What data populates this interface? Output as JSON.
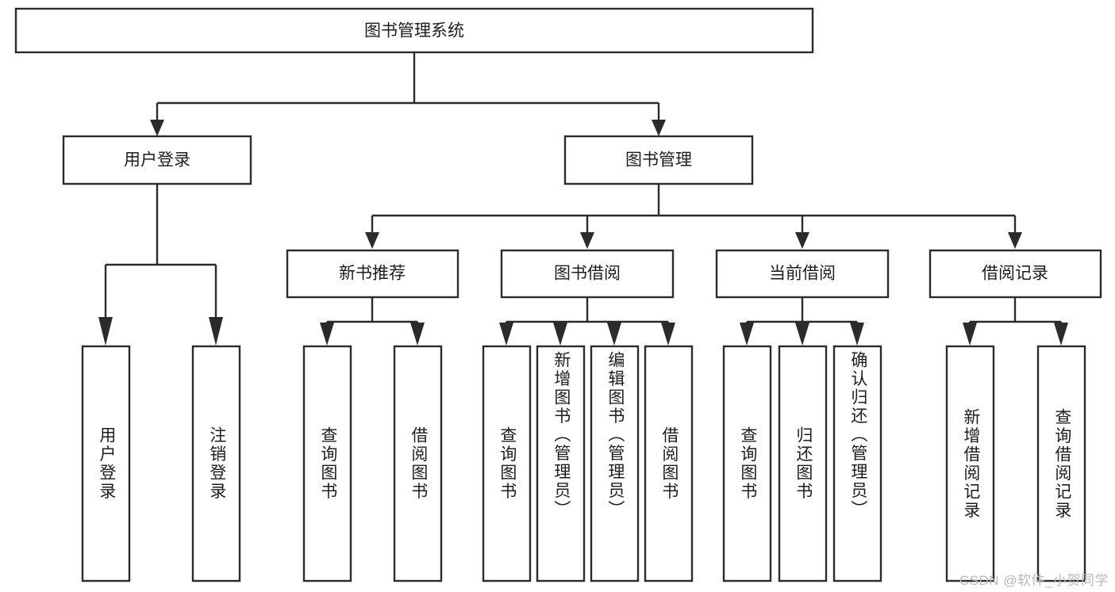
{
  "diagram": {
    "type": "tree-hierarchy",
    "title": "图书管理系统",
    "watermark": "CSDN @软件_小贺同学",
    "colors": {
      "box_stroke": "#2b2b2b",
      "box_fill": "#ffffff",
      "text": "#1d1d1d",
      "background": "#ffffff",
      "watermark": "#b9b9b9"
    },
    "levels": {
      "level1": [
        {
          "id": "root",
          "label": "图书管理系统"
        }
      ],
      "level2": [
        {
          "id": "user-login",
          "label": "用户登录",
          "parent": "root"
        },
        {
          "id": "book-manage",
          "label": "图书管理",
          "parent": "root"
        }
      ],
      "level3": [
        {
          "id": "new-book-rec",
          "label": "新书推荐",
          "parent": "book-manage"
        },
        {
          "id": "book-borrow",
          "label": "图书借阅",
          "parent": "book-manage"
        },
        {
          "id": "current-borrow",
          "label": "当前借阅",
          "parent": "book-manage"
        },
        {
          "id": "borrow-record",
          "label": "借阅记录",
          "parent": "book-manage"
        }
      ],
      "leaves": [
        {
          "id": "leaf-user-login",
          "label": "用户登录",
          "parent": "user-login"
        },
        {
          "id": "leaf-user-logout",
          "label": "注销登录",
          "parent": "user-login"
        },
        {
          "id": "leaf-rec-query",
          "label": "查询图书",
          "parent": "new-book-rec"
        },
        {
          "id": "leaf-rec-borrow",
          "label": "借阅图书",
          "parent": "new-book-rec"
        },
        {
          "id": "leaf-borrow-query",
          "label": "查询图书",
          "parent": "book-borrow"
        },
        {
          "id": "leaf-borrow-add",
          "label": "新增图书（管理员）",
          "parent": "book-borrow"
        },
        {
          "id": "leaf-borrow-edit",
          "label": "编辑图书（管理员）",
          "parent": "book-borrow"
        },
        {
          "id": "leaf-borrow-lend",
          "label": "借阅图书",
          "parent": "book-borrow"
        },
        {
          "id": "leaf-cur-query",
          "label": "查询图书",
          "parent": "current-borrow"
        },
        {
          "id": "leaf-cur-return",
          "label": "归还图书",
          "parent": "current-borrow"
        },
        {
          "id": "leaf-cur-confirm",
          "label": "确认归还（管理员）",
          "parent": "current-borrow"
        },
        {
          "id": "leaf-rec-add",
          "label": "新增借阅记录",
          "parent": "borrow-record"
        },
        {
          "id": "leaf-rec-query2",
          "label": "查询借阅记录",
          "parent": "borrow-record"
        }
      ]
    }
  }
}
